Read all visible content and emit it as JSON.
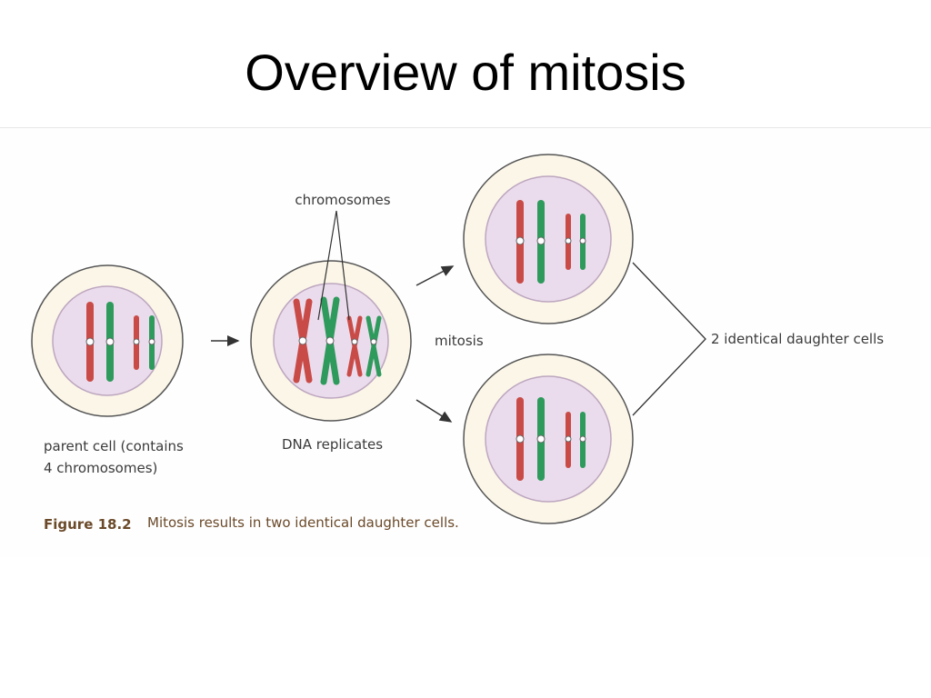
{
  "title": "Overview of mitosis",
  "labels": {
    "chromosomes": "chromosomes",
    "mitosis": "mitosis",
    "daughter_cells": "2 identical daughter cells",
    "parent_line1": "parent cell (contains",
    "parent_line2": "4 chromosomes)",
    "dna_replicates": "DNA replicates"
  },
  "caption": {
    "figure_number": "Figure 18.2",
    "text": "Mitosis results in two identical daughter cells."
  },
  "colors": {
    "red_chromosome": "#c94b47",
    "green_chromosome": "#2e9a5c",
    "nucleus": "#eadcec",
    "cytoplasm": "#fbf6e8",
    "caption_text": "#6b4a2a"
  }
}
